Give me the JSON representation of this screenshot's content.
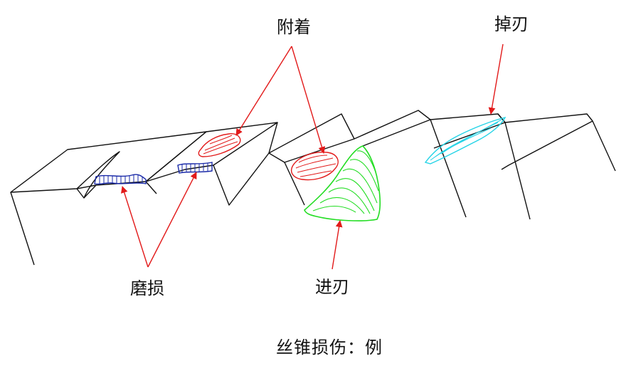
{
  "labels": {
    "adhesion": "附着",
    "chipping": "掉刃",
    "wear": "磨损",
    "feed_edge": "进刃"
  },
  "caption": "丝锥损伤：例",
  "colors": {
    "outline": "#111111",
    "adhesion": "#e21a1a",
    "chipping": "#22d3e6",
    "wear": "#1a2aa8",
    "feed_edge": "#22dd22",
    "arrow": "#e21a1a"
  }
}
